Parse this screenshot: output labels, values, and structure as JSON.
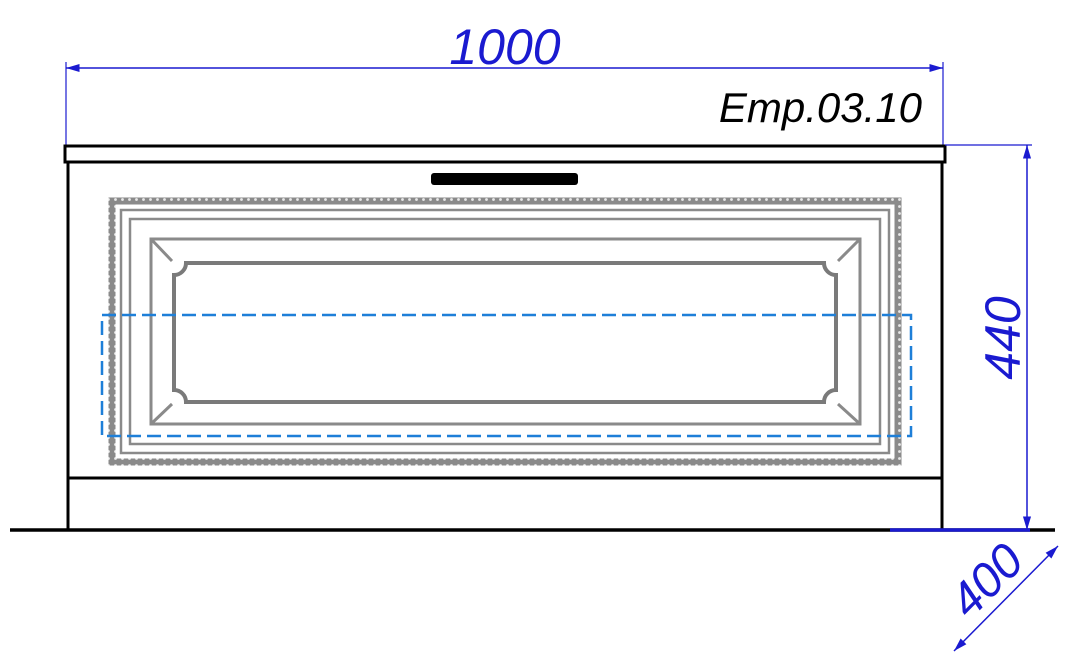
{
  "drawing": {
    "label": "Emp.03.10",
    "dimensions": {
      "width": "1000",
      "height": "440",
      "depth": "400"
    }
  },
  "colors": {
    "dimension": "#1a1ad0",
    "frame": "#888888",
    "hidden_line": "#1e7fd8",
    "outline": "#000000"
  }
}
